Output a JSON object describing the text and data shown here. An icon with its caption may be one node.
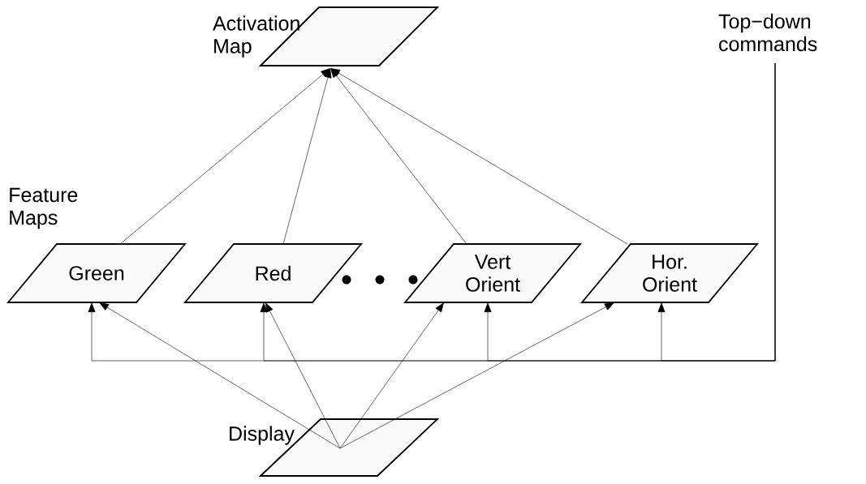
{
  "diagram": {
    "nodes": [
      {
        "text": [
          "Activation Map"
        ]
      },
      {
        "text": [
          "Top−down commands"
        ]
      },
      {
        "text": [
          "Green"
        ]
      },
      {
        "text": [
          "Red"
        ]
      },
      {
        "text": [
          "Vert Orient"
        ]
      },
      {
        "text": [
          "Hor. Orient"
        ]
      },
      {
        "text": [
          "Display"
        ]
      }
    ],
    "edges": [
      {
        "from": 2,
        "to": 0,
        "arrow": "to"
      },
      {
        "from": 3,
        "to": 0,
        "arrow": "to"
      },
      {
        "from": 4,
        "to": 0,
        "arrow": "to"
      },
      {
        "from": 5,
        "to": 0,
        "arrow": "to"
      },
      {
        "from": 6,
        "to": 2,
        "arrow": "to"
      },
      {
        "from": 6,
        "to": 3,
        "arrow": "to"
      },
      {
        "from": 6,
        "to": 4,
        "arrow": "to"
      },
      {
        "from": 6,
        "to": 5,
        "arrow": "to"
      },
      {
        "from": 1,
        "to": 2,
        "arrow": "to"
      },
      {
        "from": 1,
        "to": 3,
        "arrow": "to"
      },
      {
        "from": 1,
        "to": 4,
        "arrow": "to"
      },
      {
        "from": 1,
        "to": 5,
        "arrow": "to"
      }
    ],
    "labels": [
      "Feature Maps"
    ]
  }
}
